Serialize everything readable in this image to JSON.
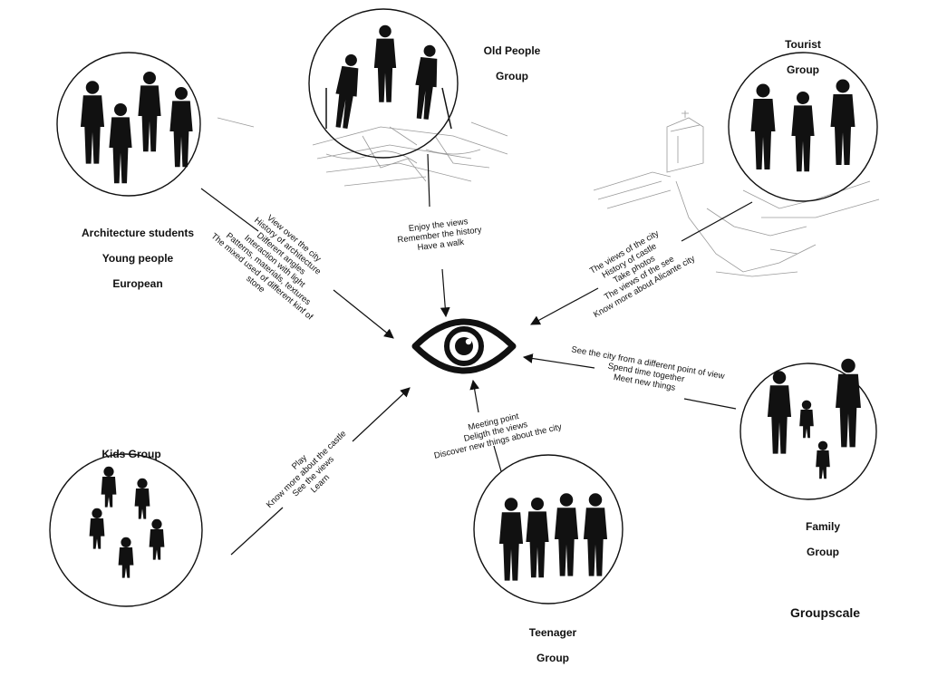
{
  "diagram": {
    "title": "Groupscale",
    "center_icon": "eye-icon",
    "colors": {
      "ink": "#111111",
      "sketch": "#9a9a9a",
      "background": "#ffffff"
    },
    "groups": [
      {
        "id": "architecture",
        "label_lines": [
          "Architecture students",
          "Young people",
          "European"
        ],
        "icon": "adult-silhouettes-icon",
        "interests": [
          "View over the city",
          "History of architecture",
          "Different angles",
          "Interaction with light",
          "Patterns, materials, textures",
          "The mixed used of different kinf of",
          "stone"
        ]
      },
      {
        "id": "old-people",
        "label_lines": [
          "Old People",
          "Group"
        ],
        "icon": "elderly-silhouettes-icon",
        "interests": [
          "Enjoy the views",
          "Remember the history",
          "Have a walk"
        ]
      },
      {
        "id": "tourist",
        "label_lines": [
          "Tourist",
          "Group"
        ],
        "icon": "tourist-silhouettes-icon",
        "interests": [
          "The views of the city",
          "History of castle",
          "Take photos",
          "The views of the see",
          "Know more about Alicante city"
        ]
      },
      {
        "id": "family",
        "label_lines": [
          "Family",
          "Group"
        ],
        "icon": "family-silhouettes-icon",
        "interests": [
          "See the city from a different point of view",
          "Spend time together",
          "Meet new things"
        ]
      },
      {
        "id": "teenager",
        "label_lines": [
          "Teenager",
          "Group"
        ],
        "icon": "teenager-silhouettes-icon",
        "interests": [
          "Meeting point",
          "Deligth the views",
          "Discover new things about the city"
        ]
      },
      {
        "id": "kids",
        "label_lines": [
          "Kids Group"
        ],
        "icon": "kids-silhouettes-icon",
        "interests": [
          "Play",
          "Know more about the castle",
          "See the views",
          "Learn"
        ]
      }
    ]
  }
}
